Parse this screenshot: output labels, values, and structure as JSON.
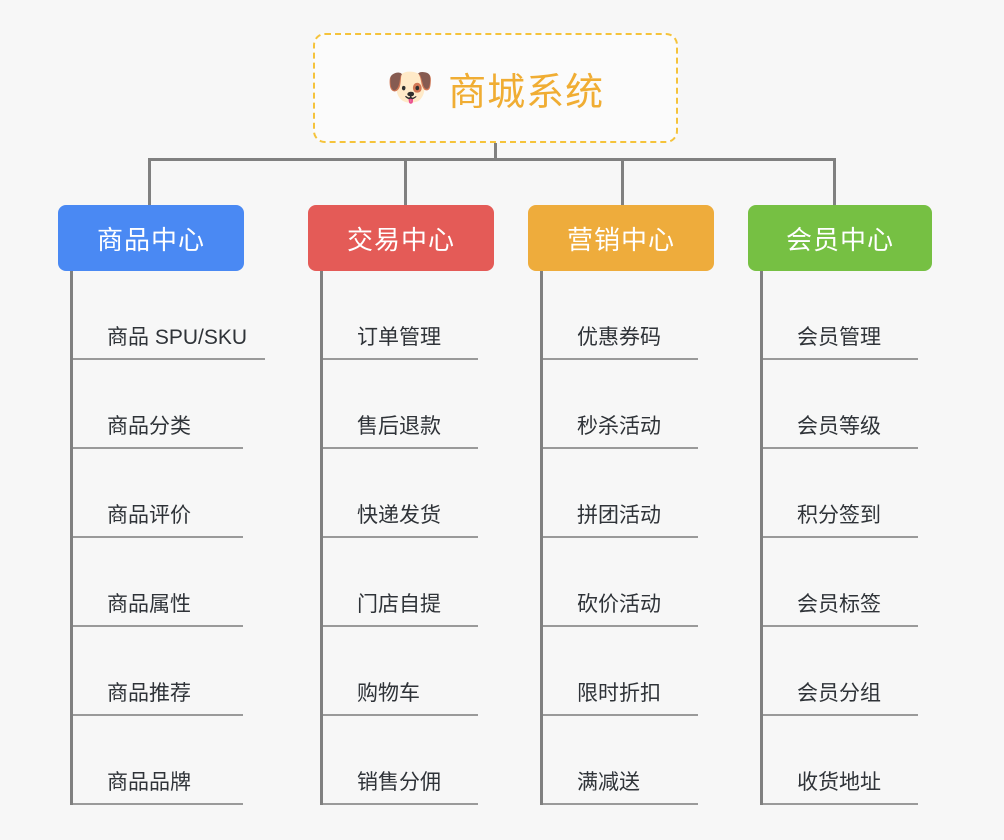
{
  "root": {
    "emoji": "🐶",
    "emoji_name": "shiba-dog-face",
    "title": "商城系统"
  },
  "colors": {
    "background": "#f7f7f7",
    "connector": "#808080",
    "root_border": "#f5c33b",
    "root_title": "#f0ad33",
    "leaf_text": "#2f3338",
    "leaf_underline": "#9a9a9a"
  },
  "categories": [
    {
      "label": "商品中心",
      "color": "#4a89f3",
      "items": [
        "商品 SPU/SKU",
        "商品分类",
        "商品评价",
        "商品属性",
        "商品推荐",
        "商品品牌"
      ]
    },
    {
      "label": "交易中心",
      "color": "#e45b57",
      "items": [
        "订单管理",
        "售后退款",
        "快递发货",
        "门店自提",
        "购物车",
        "销售分佣"
      ]
    },
    {
      "label": "营销中心",
      "color": "#eeac3c",
      "items": [
        "优惠券码",
        "秒杀活动",
        "拼团活动",
        "砍价活动",
        "限时折扣",
        "满减送"
      ]
    },
    {
      "label": "会员中心",
      "color": "#76c043",
      "items": [
        "会员管理",
        "会员等级",
        "积分签到",
        "会员标签",
        "会员分组",
        "收货地址"
      ]
    }
  ]
}
